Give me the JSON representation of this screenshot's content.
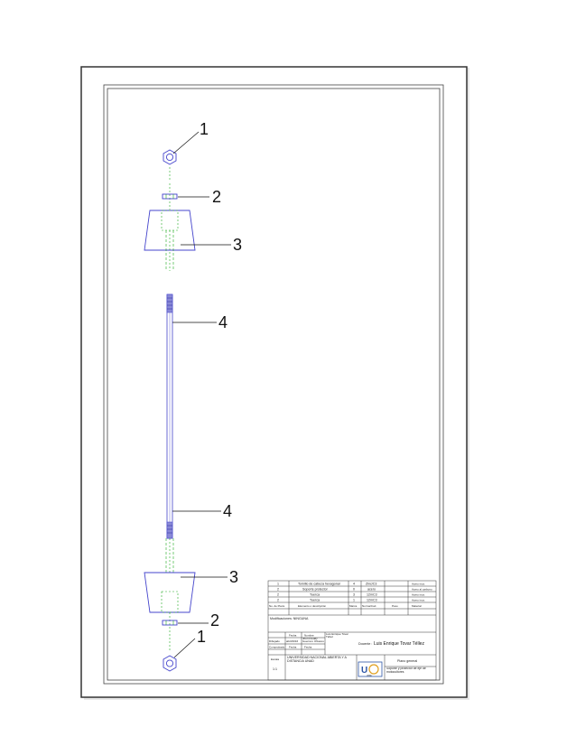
{
  "drawing": {
    "callouts": [
      "1",
      "2",
      "3",
      "4",
      "4",
      "3",
      "2",
      "1"
    ],
    "colors": {
      "frame": "#555555",
      "part": "#4444cc",
      "centerline": "#22aa22",
      "text": "#111111"
    }
  },
  "title_block": {
    "parts": [
      {
        "no": "1",
        "desc": "Tornillo de cabeza hexagonal",
        "qty": "4",
        "material": "Zinc/C3",
        "ref": "Acero inox."
      },
      {
        "no": "2",
        "desc": "Soporte protector",
        "qty": "0",
        "material": "acero",
        "ref": "Acero al carbono"
      },
      {
        "no": "2",
        "desc": "Tuerca",
        "qty": "3",
        "material": "12mC3",
        "ref": "Acero inox."
      },
      {
        "no": "2",
        "desc": "Tuerca",
        "qty": "1",
        "material": "12mC3",
        "ref": "Acero inox."
      }
    ],
    "headers": {
      "no": "No. de Pieza",
      "desc": "Elemento o descripción",
      "qty": "Marca",
      "material": "Norma/Cod.",
      "weight": "Peso",
      "ref": "Material"
    },
    "modifications": "Modificaciones: NINGUNA",
    "sign": {
      "col_fecha": "Fecha",
      "col_nombre": "Nombre",
      "row_dibujado": "Dibujado",
      "row_comprobado": "Comprobado",
      "date": "abril/2016",
      "name": "Luis Enrique Tovar Téllez",
      "check_date": "Fecha",
      "check_name": "Fecha",
      "extra": "Jhon Freddy Guerrero Olivares"
    },
    "designer_label": "Docente :",
    "designer_name": "Luis Enrique Tovar Téllez",
    "scale_label": "Escala",
    "scale_value": "1:1",
    "university": "UNIVERSIDAD NACIONAL ABIERTA Y A DISTANCIA UNAD",
    "sheet_title": "Plano general",
    "sheet_desc": "Soporte y protector de eje de motocultores",
    "logo": "UNAD"
  }
}
